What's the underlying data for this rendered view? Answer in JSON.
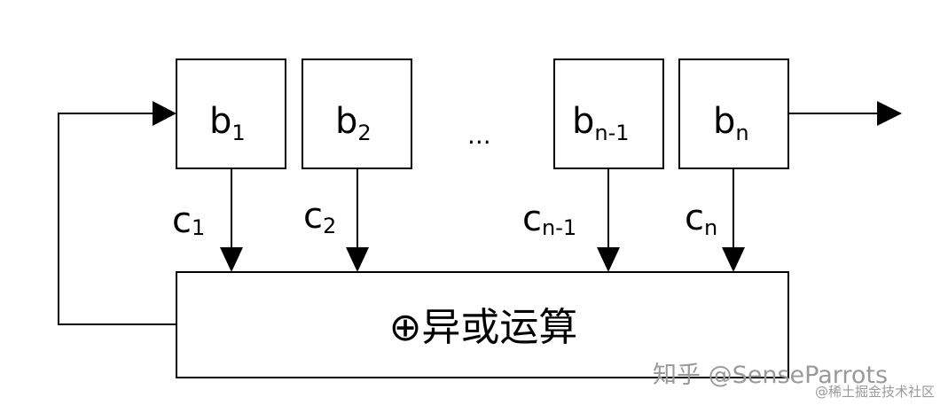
{
  "registers": [
    {
      "base": "b",
      "sub": "1"
    },
    {
      "base": "b",
      "sub": "2"
    },
    {
      "base": "b",
      "sub": "n-1"
    },
    {
      "base": "b",
      "sub": "n"
    }
  ],
  "coefficients": [
    {
      "base": "c",
      "sub": "1"
    },
    {
      "base": "c",
      "sub": "2"
    },
    {
      "base": "c",
      "sub": "n-1"
    },
    {
      "base": "c",
      "sub": "n"
    }
  ],
  "ellipsis": "...",
  "xor_block": {
    "label": "⊕异或运算"
  },
  "watermarks": {
    "zhihu": "知乎 @SenseParrots",
    "juejin": "@稀土掘金技术社区"
  }
}
